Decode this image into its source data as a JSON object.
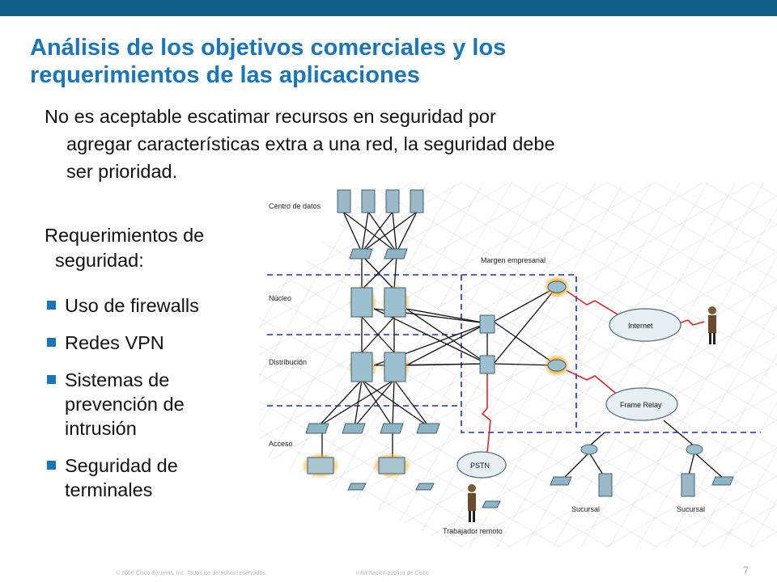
{
  "slide": {
    "title_lines": [
      "Análisis de los objetivos comerciales y los",
      "requerimientos de las aplicaciones"
    ],
    "paragraph_lines": [
      "No es aceptable escatimar recursos en seguridad por",
      "agregar características extra a una red, la seguridad debe",
      "ser prioridad."
    ],
    "requirements_lines": [
      "Requerimientos de",
      "seguridad:"
    ],
    "bullets": [
      [
        "Uso de firewalls"
      ],
      [
        "Redes VPN"
      ],
      [
        "Sistemas de",
        "prevención de",
        "intrusión"
      ],
      [
        "Seguridad de",
        "terminales"
      ]
    ],
    "colors": {
      "top_bar": "#0f5e88",
      "title": "#1a76b8",
      "bullet": "#1a76b8",
      "dashed_line": "#1c2fbf",
      "wan_link": "#e32424"
    }
  },
  "diagram": {
    "labels": {
      "data_center": "Centro de datos",
      "enterprise_edge": "Margen empresarial",
      "core": "Núcleo",
      "distribution": "Distribución",
      "access": "Acceso",
      "internet": "Internet",
      "frame_relay": "Frame Relay",
      "pstn": "PSTN",
      "branch_1": "Sucursal",
      "branch_2": "Sucursal",
      "remote_worker": "Trabajador remoto"
    }
  },
  "footer": {
    "copyright": "© 2006 Cisco Systems, Inc. Todos los derechos reservados.",
    "classification": "Información pública de Cisco",
    "page_number": "7"
  }
}
